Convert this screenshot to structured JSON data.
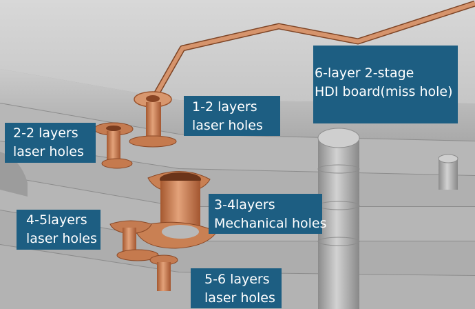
{
  "diagram": {
    "colors": {
      "board": "#c4c4c4",
      "board_edge": "#9a9a9a",
      "copper": "#c97a4e",
      "label_bg": "#1d5e82",
      "label_text": "#ffffff"
    },
    "labels": {
      "board": {
        "line1": "6-layer 2-stage",
        "line2": "HDI board(miss hole)"
      },
      "l12": {
        "line1": "1-2 layers",
        "line2": "laser holes"
      },
      "l22": {
        "line1": "2-2 layers",
        "line2": "laser holes"
      },
      "l34": {
        "line1": "3-4layers",
        "line2": "Mechanical holes"
      },
      "l45": {
        "line1": "4-5layers",
        "line2": "laser holes"
      },
      "l56": {
        "line1": "5-6 layers",
        "line2": "laser holes"
      }
    }
  }
}
